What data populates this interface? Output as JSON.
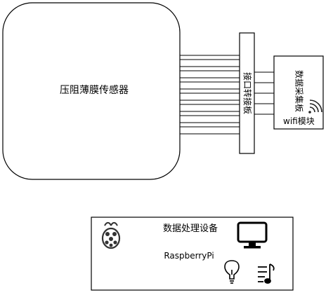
{
  "sensor": {
    "label": "压阻薄膜传感器"
  },
  "adapter_board": {
    "label": "接口转接板"
  },
  "acquisition_board": {
    "label": "数据采集板",
    "wifi_label": "wifi模块"
  },
  "processing_device": {
    "title": "数据处理设备",
    "subtitle": "RaspberryPi"
  },
  "icons": [
    "raspberry-pi-icon",
    "monitor-icon",
    "lightbulb-icon",
    "music-note-icon",
    "wifi-signal-icon"
  ],
  "colors": {
    "stroke": "#000000",
    "background": "#ffffff"
  }
}
